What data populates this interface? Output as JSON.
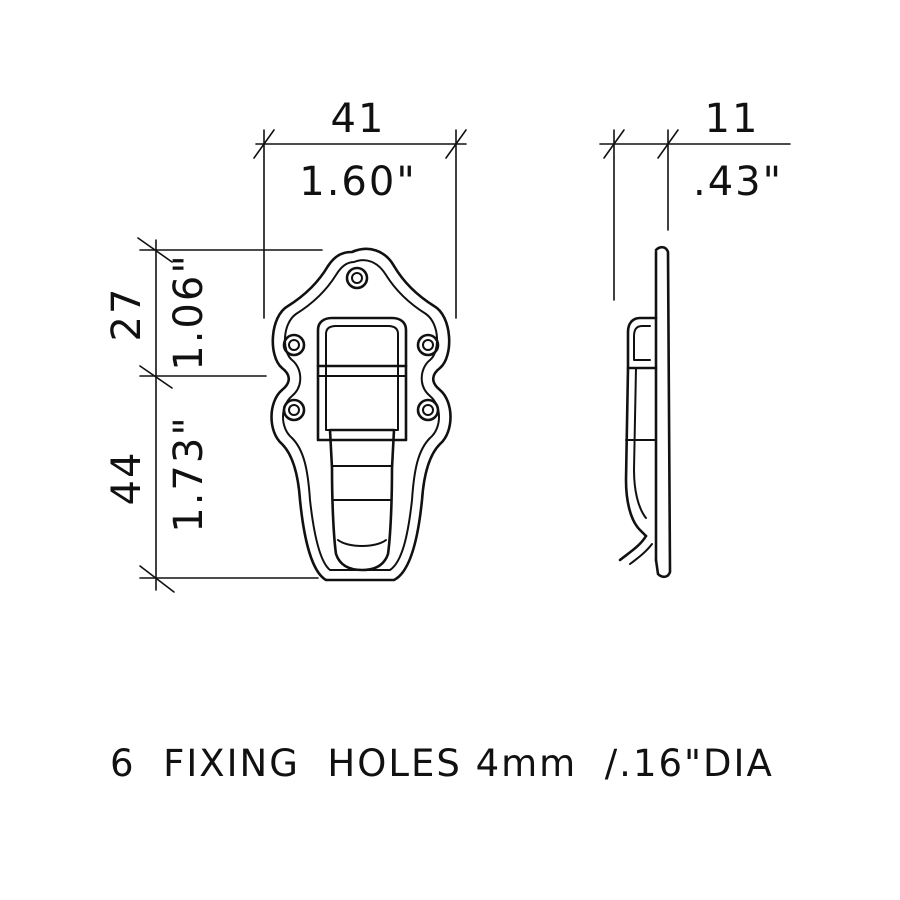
{
  "dimensions": {
    "width_mm": "41",
    "width_in": "1.60\"",
    "depth_mm": "11",
    "depth_in": ".43\"",
    "upper_height_mm": "27",
    "upper_height_in": "1.06\"",
    "lower_height_mm": "44",
    "lower_height_in": "1.73\""
  },
  "note": "6  FIXING  HOLES 4mm  /.16\"DIA"
}
